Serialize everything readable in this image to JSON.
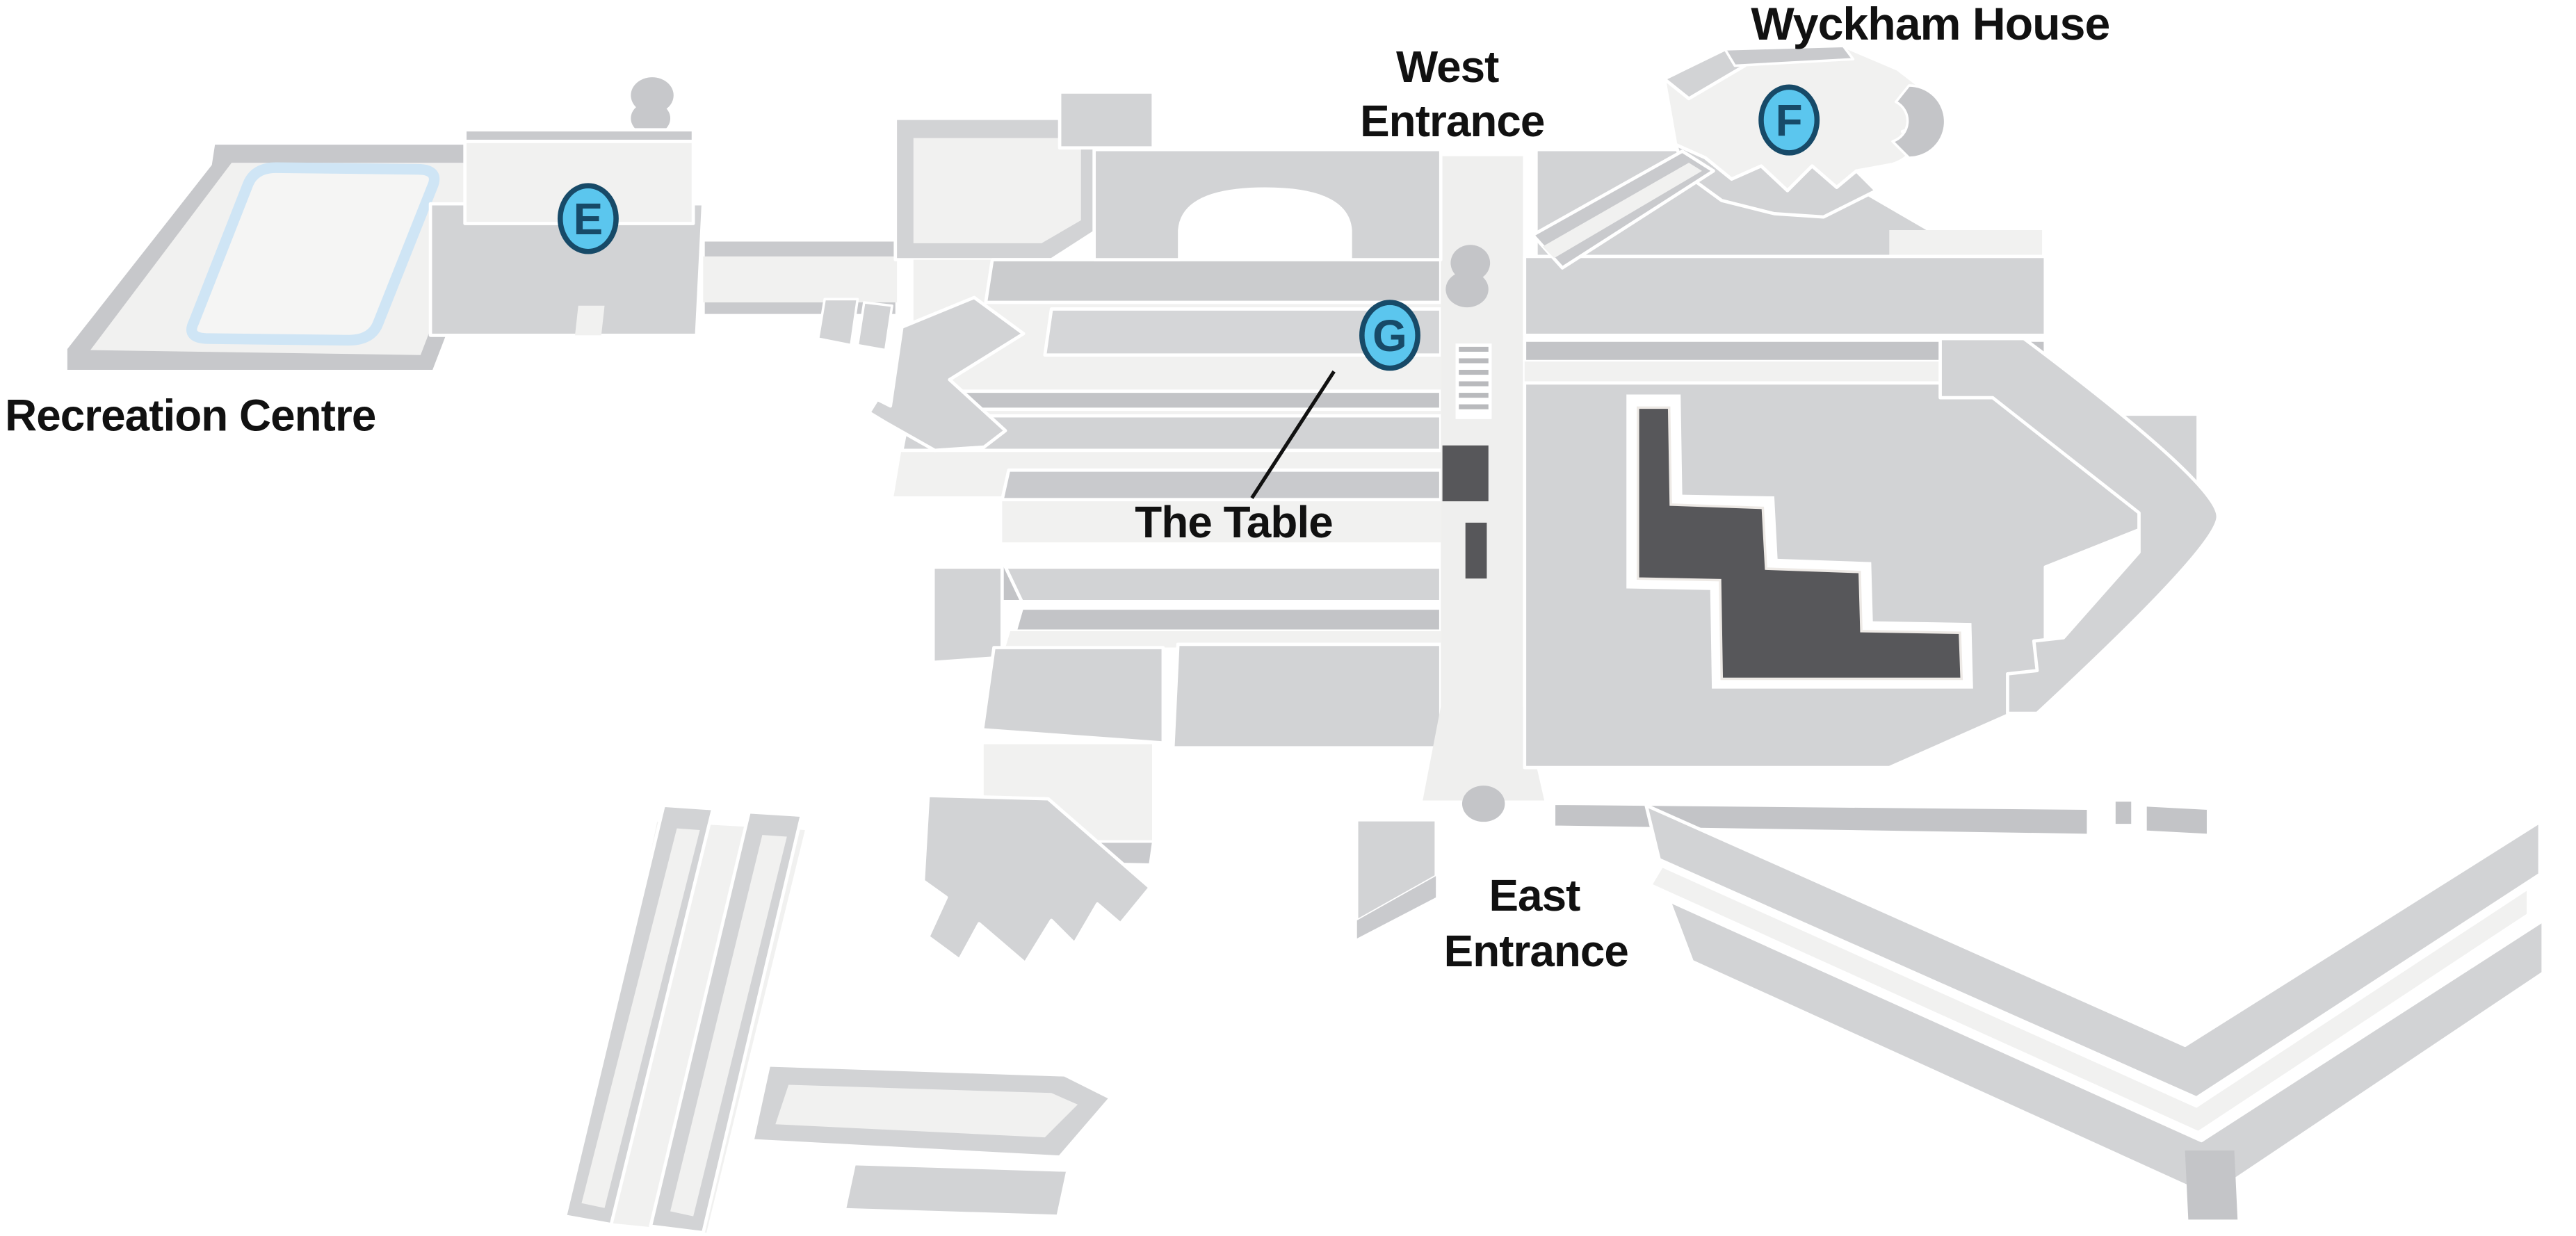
{
  "map": {
    "title": "Campus buildings isometric map",
    "labels": {
      "wyckham_house": "Wyckham House",
      "west_entrance_line1": "West",
      "west_entrance_line2": "Entrance",
      "recreation_centre": "Recreation Centre",
      "the_table": "The Table",
      "east_entrance_line1": "East",
      "east_entrance_line2": "Entrance"
    },
    "markers": [
      {
        "id": "E",
        "letter": "E",
        "location": "Recreation Centre block"
      },
      {
        "id": "F",
        "letter": "F",
        "location": "Wyckham House"
      },
      {
        "id": "G",
        "letter": "G",
        "location": "The Table"
      }
    ],
    "colors": {
      "building_top": "#d2d3d5",
      "building_mid": "#c3c4c7",
      "building_wall": "#c9cacd",
      "band_light": "#d5d6d8",
      "band_dark": "#cbccce",
      "floor": "#f1f1f0",
      "dark_feature": "#57575a",
      "rink_outline": "#cfe5f5",
      "bridge_door_tan": "#b4a493",
      "marker_fill": "#5bc6ee",
      "marker_border": "#174a68",
      "label_text": "#111111",
      "background": "#ffffff"
    }
  }
}
